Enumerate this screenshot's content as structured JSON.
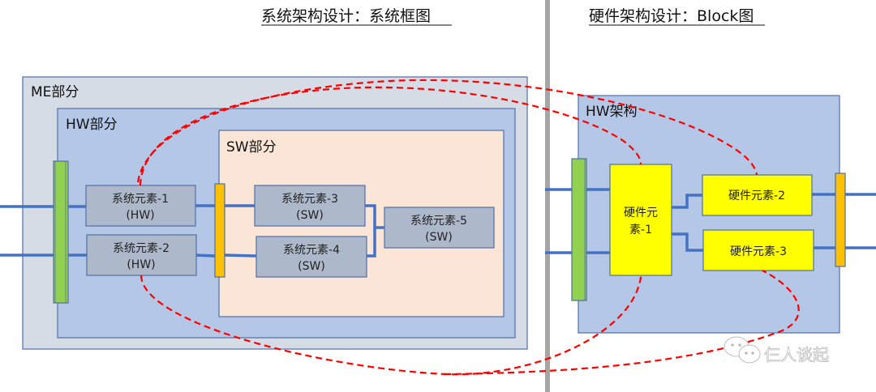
{
  "titles": {
    "left": "系统架构设计：系统框图",
    "right": "硬件架构设计：Block图"
  },
  "system_diagram": {
    "me_label": "ME部分",
    "hw_label": "HW部分",
    "sw_label": "SW部分",
    "elements": [
      {
        "line1": "系统元素-1",
        "line2": "(HW)"
      },
      {
        "line1": "系统元素-2",
        "line2": "(HW)"
      },
      {
        "line1": "系统元素-3",
        "line2": "(SW)"
      },
      {
        "line1": "系统元素-4",
        "line2": "(SW)"
      },
      {
        "line1": "系统元素-5",
        "line2": "(SW)"
      }
    ]
  },
  "hw_block_diagram": {
    "label": "HW架构",
    "elements": [
      {
        "line1": "硬件元",
        "line2": "素-1"
      },
      {
        "line1": "硬件元素-2"
      },
      {
        "line1": "硬件元素-3"
      }
    ]
  },
  "watermark": "仨人谈起",
  "colors": {
    "me_fill": "#d6dce5",
    "hw_fill": "#b4c7e7",
    "sw_fill": "#fbe5d6",
    "element_fill": "#adb9ca",
    "hw_element_fill": "#ffff00",
    "connector_green": "#92d050",
    "connector_orange": "#ffc000",
    "wire": "#4472c4",
    "mapping_dash": "#ff0000",
    "divider": "#a6a6a6"
  }
}
